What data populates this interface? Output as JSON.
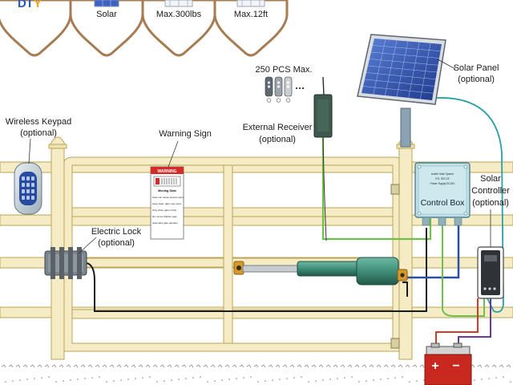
{
  "badges": [
    {
      "label": "",
      "icon": "diy-icon"
    },
    {
      "label": "Solar",
      "icon": "solar-icon"
    },
    {
      "label": "Max.300lbs",
      "icon": "weight-icon"
    },
    {
      "label": "Max.12ft",
      "icon": "length-icon"
    }
  ],
  "labels": {
    "solar_panel": [
      "Solar Panel",
      "(optional)"
    ],
    "remotes": "250 PCS Max.",
    "external_receiver": [
      "External Receiver",
      "(optional)"
    ],
    "wireless_keypad": [
      "Wireless Keypad",
      "(optional)"
    ],
    "warning_sign": "Warning Sign",
    "electric_lock": [
      "Electric Lock",
      "(optional)"
    ],
    "control_box": "Control Box",
    "solar_controller": [
      "Solar",
      "Controller",
      "(optional)"
    ]
  },
  "sign": {
    "header": "WARNING",
    "subtitle": "Moving Gate",
    "lines": [
      "Gate can cause serious injury",
      "Keep clear, gate may move",
      "Only when gate is fully",
      "Do not let children play",
      "Automatic gate operator"
    ]
  },
  "control_box_plate": [
    "Aosite Gate Opener",
    "ETL ISO CE",
    "Power Supply DC24V"
  ],
  "battery": {
    "positive": "+",
    "negative": "−"
  },
  "colors": {
    "fence": "#f5ecc6",
    "fence_outline": "#b9a45a",
    "badge_border": "#a67c52",
    "wire_green": "#6ec04a",
    "wire_blue": "#2a4fa8",
    "wire_teal": "#2aa1a6",
    "wire_red": "#d23a2a",
    "wire_purple": "#6a3a9a",
    "actuator": "#3f8f7a",
    "control_box": "#bfe0e6",
    "sign_red": "#d62a2a",
    "battery_red": "#c8281e"
  }
}
